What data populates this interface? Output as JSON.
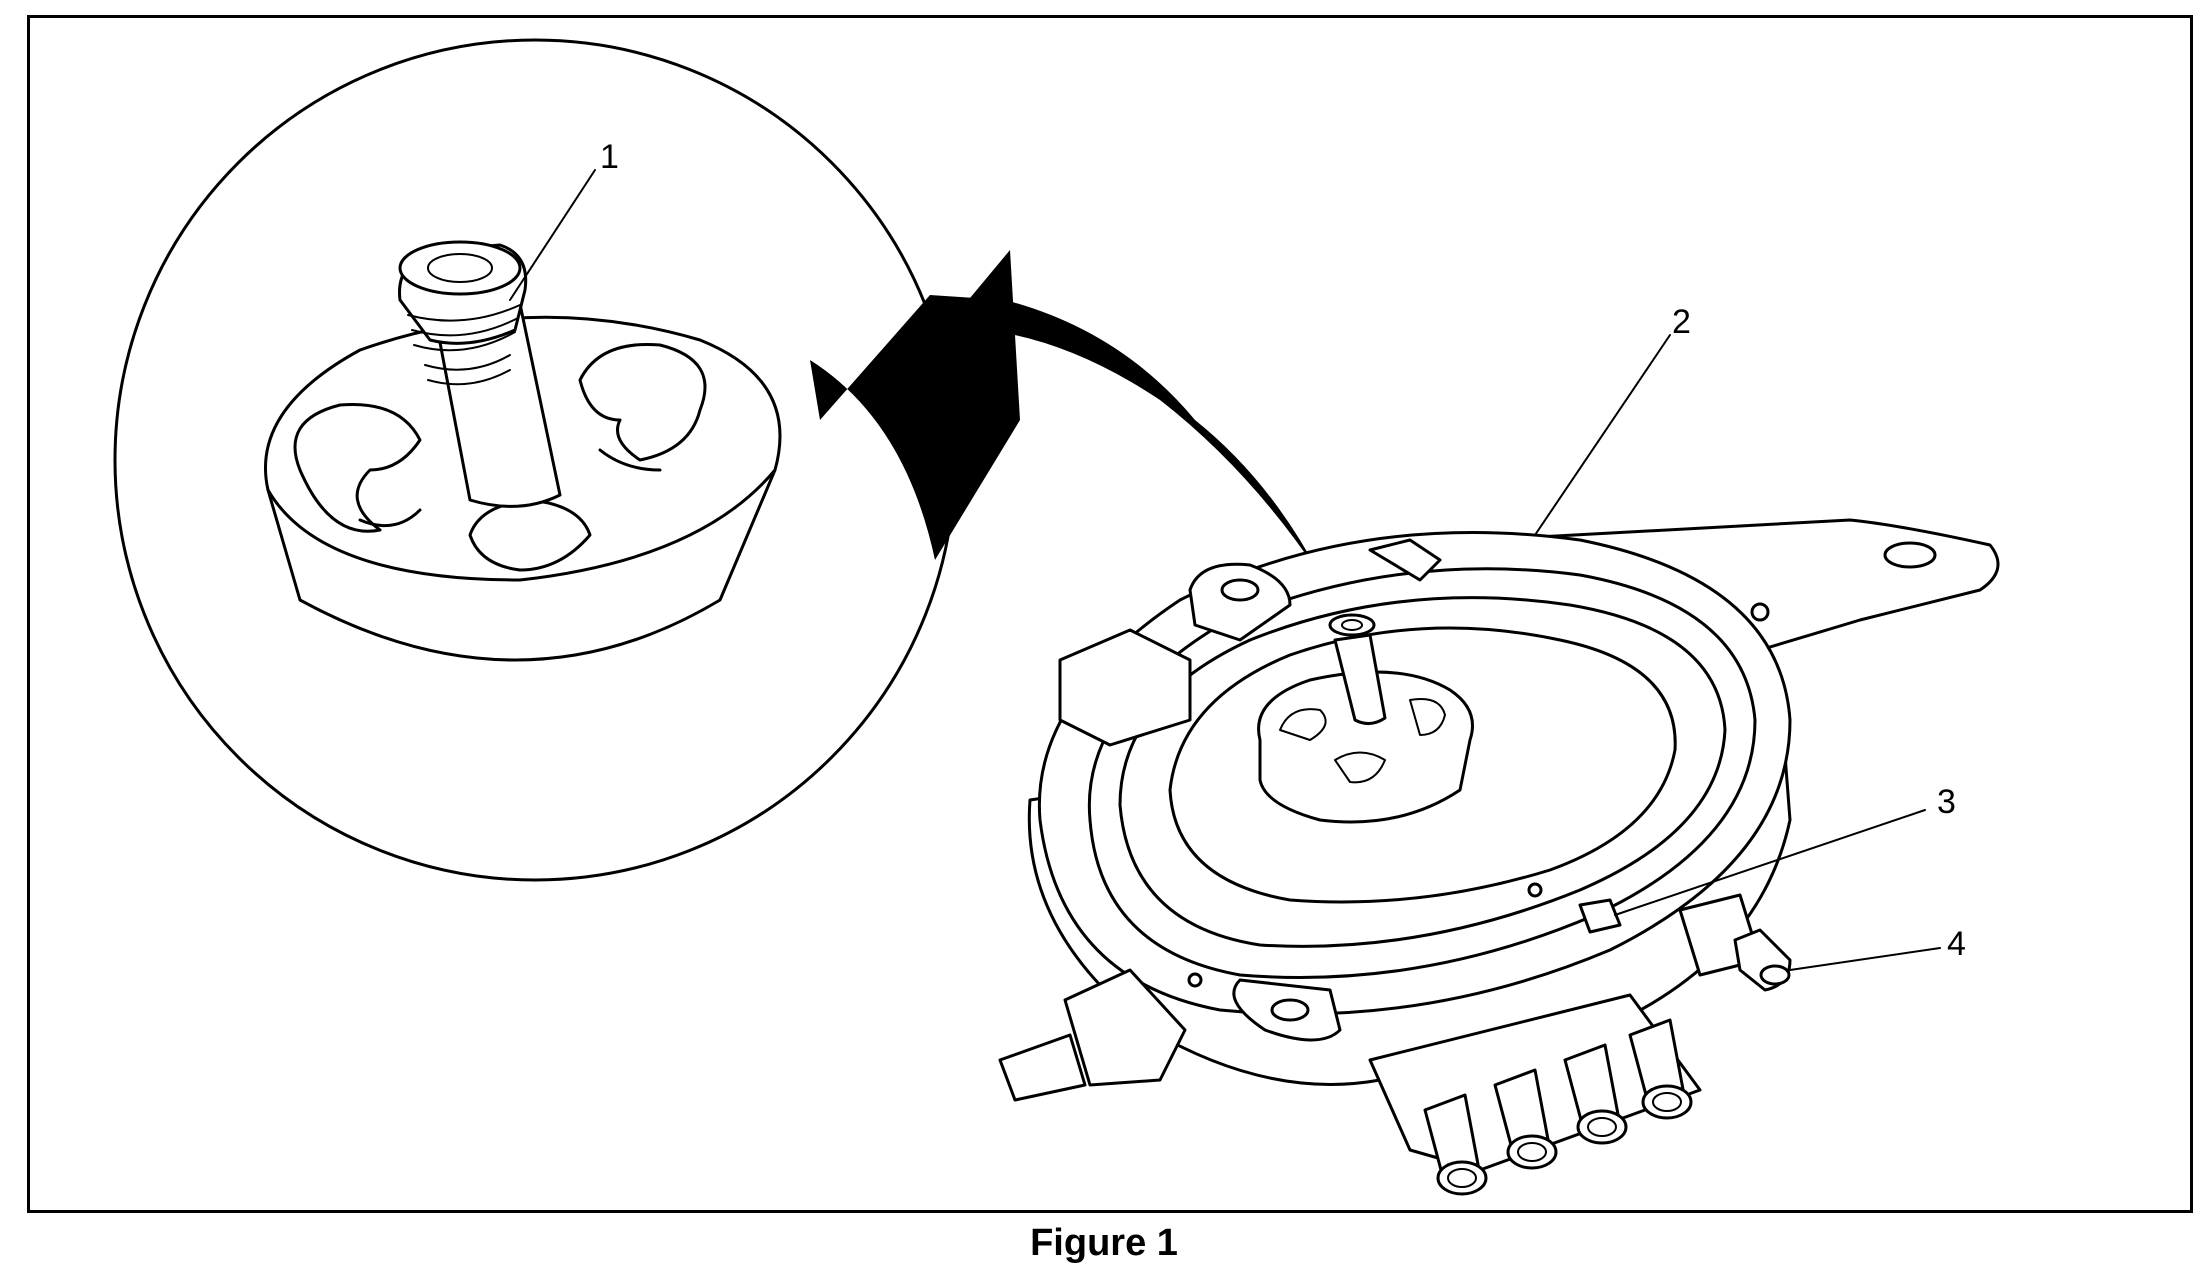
{
  "figure": {
    "caption": "Figure 1",
    "callouts": [
      {
        "id": "1",
        "label": "1"
      },
      {
        "id": "2",
        "label": "2"
      },
      {
        "id": "3",
        "label": "3"
      },
      {
        "id": "4",
        "label": "4"
      }
    ]
  }
}
